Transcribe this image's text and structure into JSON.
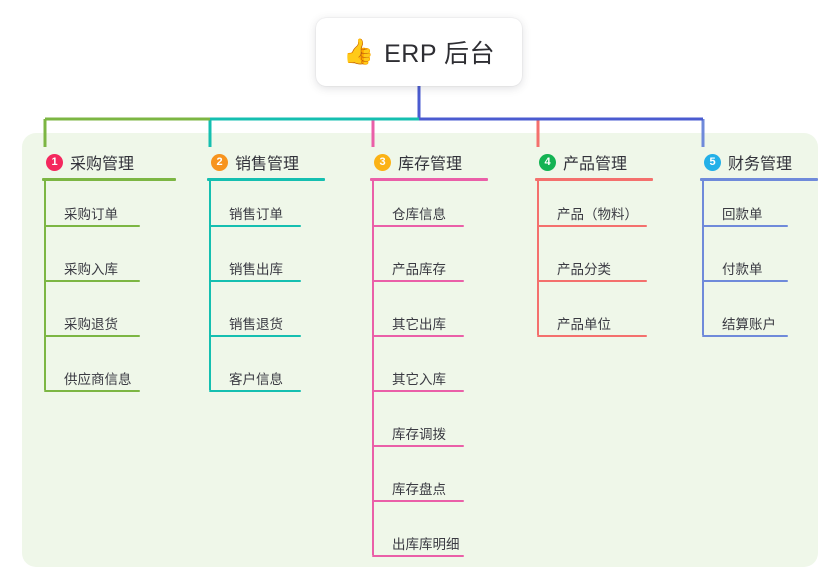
{
  "root": {
    "emoji": "👍",
    "emoji_name": "thumbs-up-icon",
    "title": "ERP 后台"
  },
  "palette": {
    "panel_bg": "#eff7e9",
    "page_bg": "#ffffff",
    "trunk": "#4a5bd0",
    "text": "#32323a"
  },
  "columns": [
    {
      "index": "1",
      "badge_color": "#f4285e",
      "line_color": "#7cb643",
      "label": "采购管理",
      "items": [
        {
          "label": "采购订单"
        },
        {
          "label": "采购入库"
        },
        {
          "label": "采购退货"
        },
        {
          "label": "供应商信息"
        }
      ]
    },
    {
      "index": "2",
      "badge_color": "#f7941e",
      "line_color": "#15bfb0",
      "label": "销售管理",
      "items": [
        {
          "label": "销售订单"
        },
        {
          "label": "销售出库"
        },
        {
          "label": "销售退货"
        },
        {
          "label": "客户信息"
        }
      ]
    },
    {
      "index": "3",
      "badge_color": "#fbb215",
      "line_color": "#ea5fa8",
      "label": "库存管理",
      "items": [
        {
          "label": "仓库信息"
        },
        {
          "label": "产品库存"
        },
        {
          "label": "其它出库"
        },
        {
          "label": "其它入库"
        },
        {
          "label": "库存调拨"
        },
        {
          "label": "库存盘点"
        },
        {
          "label": "出库库明细"
        }
      ]
    },
    {
      "index": "4",
      "badge_color": "#13b353",
      "line_color": "#f4706d",
      "label": "产品管理",
      "items": [
        {
          "label": "产品（物料）"
        },
        {
          "label": "产品分类"
        },
        {
          "label": "产品单位"
        }
      ]
    },
    {
      "index": "5",
      "badge_color": "#23b0e8",
      "line_color": "#6f8ada",
      "label": "财务管理",
      "items": [
        {
          "label": "回款单"
        },
        {
          "label": "付款单"
        },
        {
          "label": "结算账户"
        }
      ]
    }
  ]
}
